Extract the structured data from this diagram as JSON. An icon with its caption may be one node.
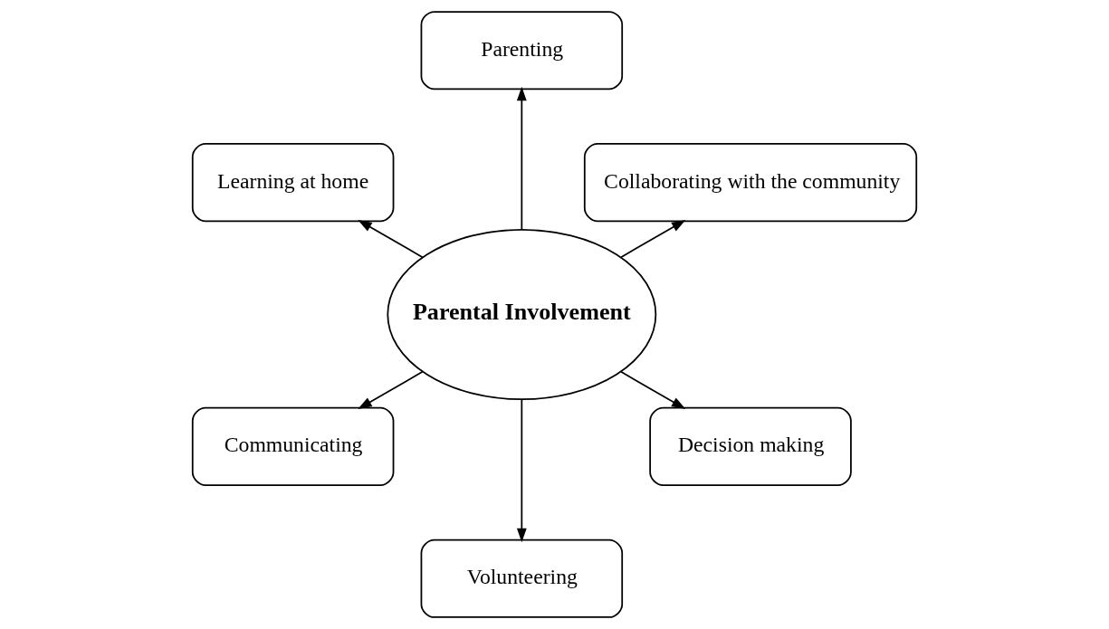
{
  "diagram": {
    "nodes": [
      {
        "text": [
          "Collaborating with the community"
        ]
      },
      {
        "text": [
          "Parenting"
        ]
      },
      {
        "text": [
          "Parental Involvement"
        ]
      },
      {
        "text": [
          "Learning at home"
        ]
      },
      {
        "text": [
          "Communicating"
        ]
      },
      {
        "text": [
          "Volunteering"
        ]
      },
      {
        "text": [
          "Decision making"
        ]
      }
    ],
    "edges": [
      {
        "from": 2,
        "to": 0,
        "arrow": "to"
      },
      {
        "from": 2,
        "to": 1,
        "arrow": "to"
      },
      {
        "from": 2,
        "to": 3,
        "arrow": "to"
      },
      {
        "from": 2,
        "to": 4,
        "arrow": "to"
      },
      {
        "from": 2,
        "to": 5,
        "arrow": "to"
      },
      {
        "from": 2,
        "to": 6,
        "arrow": "to"
      }
    ]
  }
}
